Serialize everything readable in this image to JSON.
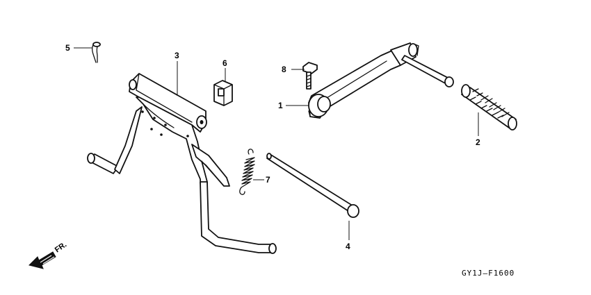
{
  "callouts": [
    {
      "id": "1",
      "label": "1"
    },
    {
      "id": "2",
      "label": "2"
    },
    {
      "id": "3",
      "label": "3"
    },
    {
      "id": "4",
      "label": "4"
    },
    {
      "id": "5",
      "label": "5"
    },
    {
      "id": "6",
      "label": "6"
    },
    {
      "id": "7",
      "label": "7"
    },
    {
      "id": "8",
      "label": "8"
    }
  ],
  "direction_label": "FR.",
  "diagram_code": "GY1J–F1600"
}
